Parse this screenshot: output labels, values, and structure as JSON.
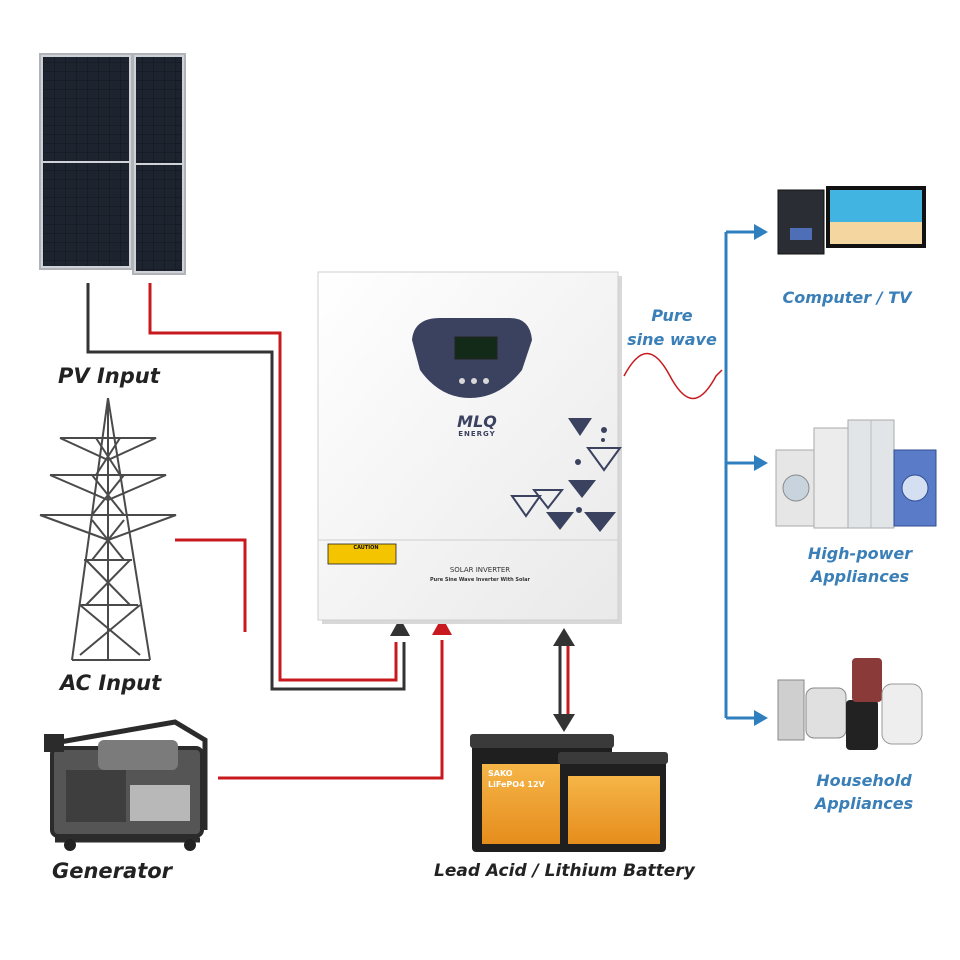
{
  "labels": {
    "pv_input": "PV Input",
    "ac_input": "AC Input",
    "generator": "Generator",
    "battery": "Lead Acid / Lithium Battery",
    "pure_sine_1": "Pure",
    "pure_sine_2": "sine wave",
    "computer_tv": "Computer / TV",
    "high_power_1": "High-power",
    "high_power_2": "Appliances",
    "household_1": "Household",
    "household_2": "Appliances"
  },
  "inverter": {
    "brand": "MLQ",
    "brand_sub": "ENERGY",
    "title": "SOLAR INVERTER",
    "subtitle": "Pure Sine Wave Inverter With Solar",
    "caution": "CAUTION"
  },
  "battery_brand": {
    "maker": "SAKO",
    "chem": "LiFePO4 12V"
  },
  "colors": {
    "pos_wire": "#c8191e",
    "neg_wire": "#333333",
    "output_wire": "#2f7fbf",
    "label_blue": "#3a7fb7",
    "inverter_body": "#f4f4f4",
    "panel_navy": "#3a4260"
  }
}
